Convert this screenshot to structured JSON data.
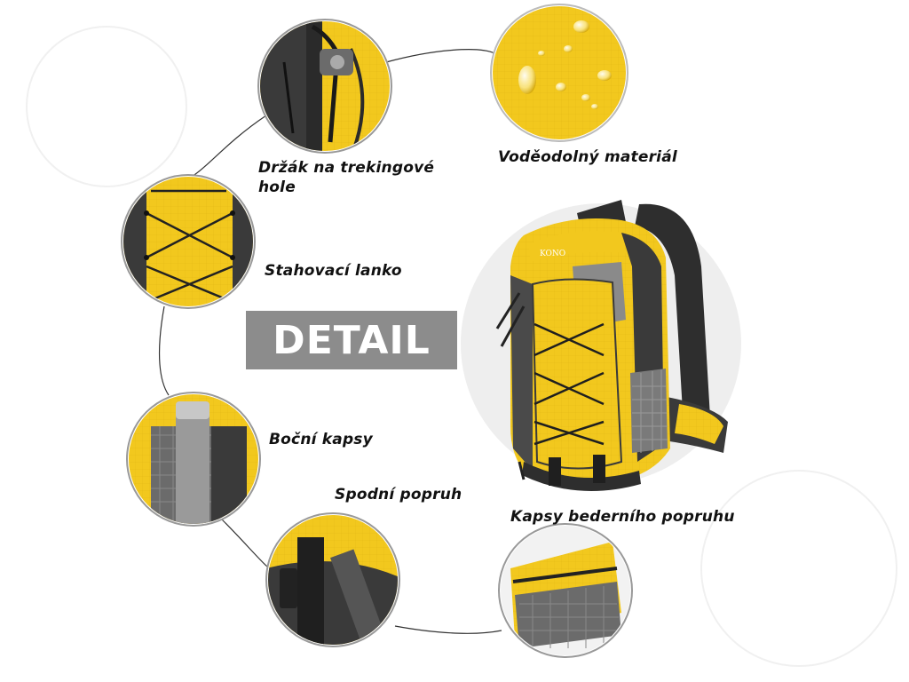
{
  "banner": {
    "text": "DETAIL"
  },
  "features": [
    {
      "id": "pole-holder",
      "label": "Držák na trekingové hole"
    },
    {
      "id": "waterproof",
      "label": "Voděodolný materiál"
    },
    {
      "id": "drawcord",
      "label": "Stahovací lanko"
    },
    {
      "id": "side-pockets",
      "label": "Boční kapsy"
    },
    {
      "id": "bottom-strap",
      "label": "Spodní popruh"
    },
    {
      "id": "hip-belt-pockets",
      "label": "Kapsy bederního popruhu"
    }
  ],
  "product": {
    "brand": "KONO",
    "color": "yellow"
  },
  "colors": {
    "yellow": "#f2c81e",
    "dark_gray": "#3a3a3a",
    "mid_gray": "#6b6b6b",
    "banner_gray": "#8c8c8c"
  }
}
